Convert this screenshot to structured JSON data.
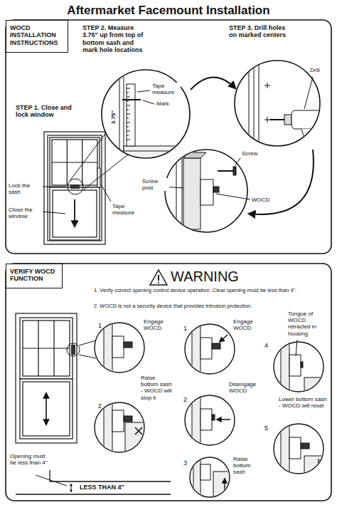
{
  "diagram": {
    "title": "Aftermarket Facemount Installation",
    "nodes": [
      {
        "text": [
          "WOCD INSTALLATION INSTRUCTIONS"
        ]
      },
      {
        "text": [
          "VERIFY WOCD FUNCTION"
        ]
      }
    ],
    "labels": [
      "STEP 2. Measure 3.75\" up from top of bottom sash and mark hole locations",
      "Tape measure",
      "Mark",
      "3.75\"",
      "STEP 3. Drill holes on marked centers",
      "Drill",
      "STEP 1. Close and lock window",
      "Lock the sash",
      "Close the window",
      "Tape measure",
      "Screw",
      "Screw post",
      "WOCD",
      "WARNING",
      "1. Verify correct opening control device operation. Clear opening must be less than 4\".",
      "2. WOCD is not a security device that provides intrusion protection.",
      "1",
      "Engage WOCD",
      "2",
      "Raise bottom sash - WOCD will stop it",
      "Opening must be less than 4\"",
      "LESS THAN 4\"",
      "1",
      "Engage WOCD",
      "2",
      "Disengage WOCD",
      "3",
      "Raise bottom sash",
      "Tongue of WOCD retracted in housing",
      "4",
      "Lower bottom sash - WOCD will reset",
      "5"
    ]
  }
}
